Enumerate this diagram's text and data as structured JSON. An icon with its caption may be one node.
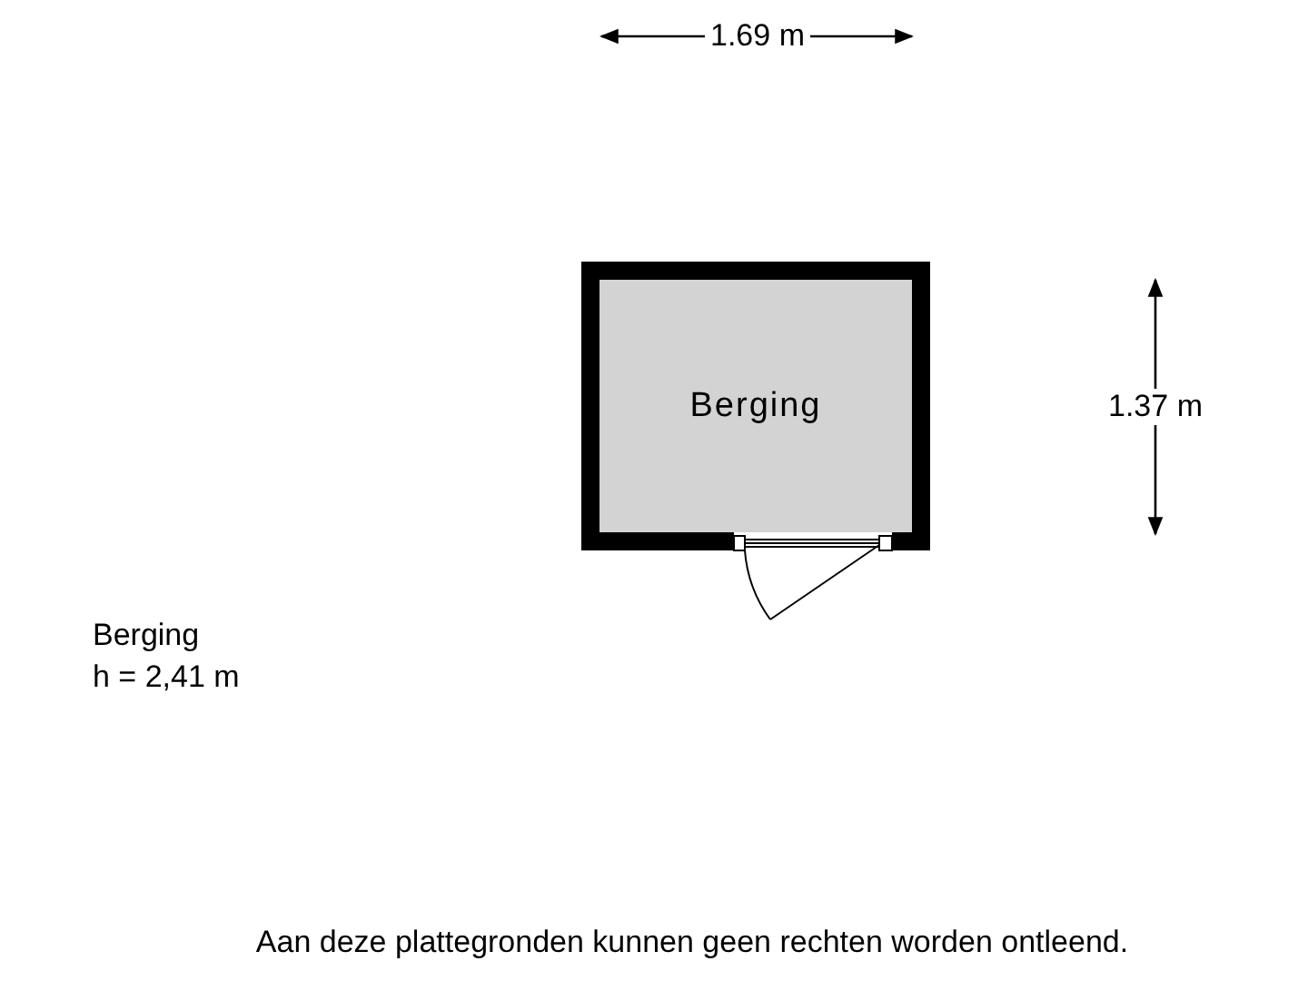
{
  "diagram": {
    "caption": "Aan deze plattegronden kunnen geen rechten worden ontleend.",
    "nodes": [
      {
        "text": [
          "Berging"
        ]
      }
    ],
    "labels": [
      "1.69 m",
      "1.37 m",
      "Berging",
      "h = 2,41 m"
    ]
  }
}
